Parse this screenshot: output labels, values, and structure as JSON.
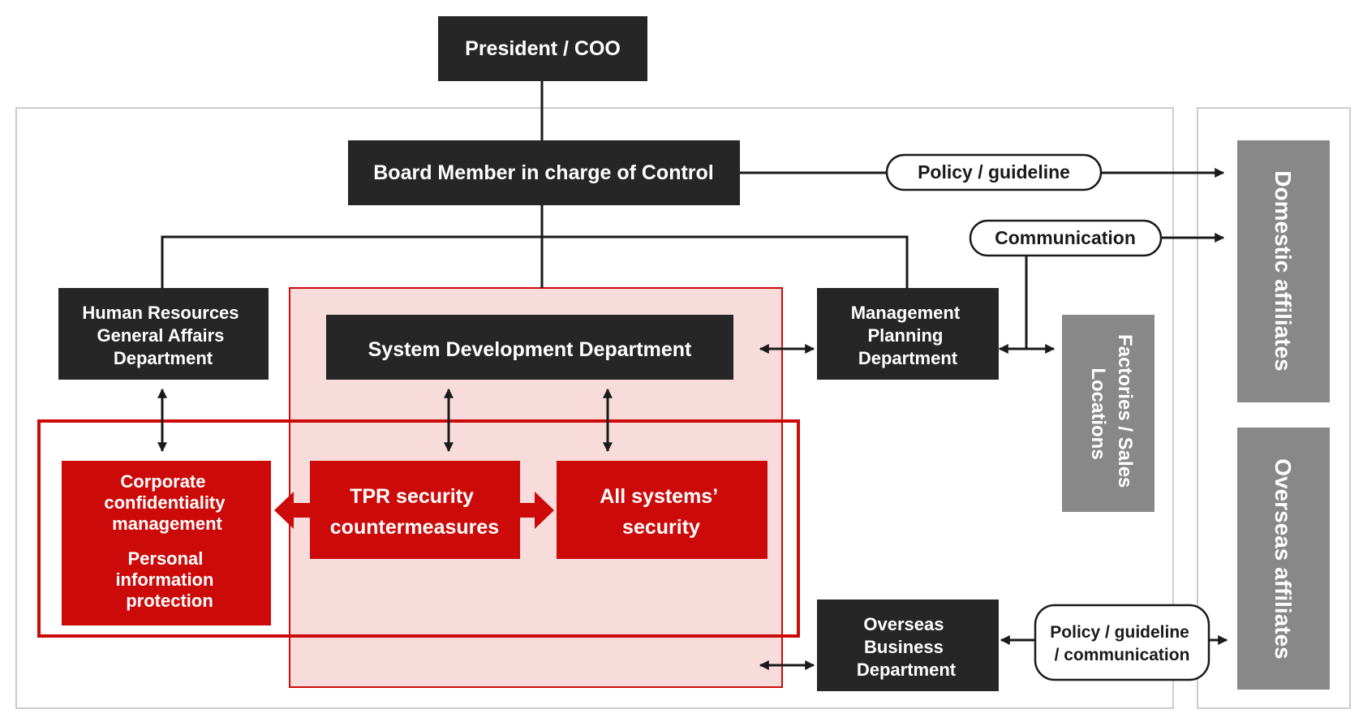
{
  "nodes": {
    "president": {
      "lines": [
        "President / COO"
      ]
    },
    "board": {
      "lines": [
        "Board Member in charge of Control"
      ]
    },
    "hr": {
      "lines": [
        "Human Resources",
        "General Affairs",
        "Department"
      ]
    },
    "sysdev": {
      "lines": [
        "System Development Department"
      ]
    },
    "mgmt": {
      "lines": [
        "Management",
        "Planning",
        "Department"
      ]
    },
    "overseas_dept": {
      "lines": [
        "Overseas",
        "Business",
        "Department"
      ]
    },
    "corporate": {
      "lines": [
        "Corporate",
        "confidentiality",
        "management"
      ]
    },
    "personal": {
      "lines": [
        "Personal",
        "information",
        "protection"
      ]
    },
    "tpr": {
      "lines": [
        "TPR security",
        "countermeasures"
      ]
    },
    "allsys": {
      "lines": [
        "All systems’",
        "security"
      ]
    },
    "factories": {
      "lines": [
        "Factories / Sales",
        "Locations"
      ]
    },
    "domestic": {
      "lines": [
        "Domestic affiliates"
      ]
    },
    "overseas_aff": {
      "lines": [
        "Overseas affiliates"
      ]
    }
  },
  "labels": {
    "policy": {
      "lines": [
        "Policy / guideline"
      ]
    },
    "communication": {
      "lines": [
        "Communication"
      ]
    },
    "policy_comm": {
      "lines": [
        "Policy / guideline",
        "/ communication"
      ]
    }
  },
  "colors": {
    "dark": "#262626",
    "red": "#cc0a0a",
    "gray": "#888888",
    "pink": "#f8dcdc",
    "frame": "#cccccc",
    "line": "#1a1a1a"
  }
}
